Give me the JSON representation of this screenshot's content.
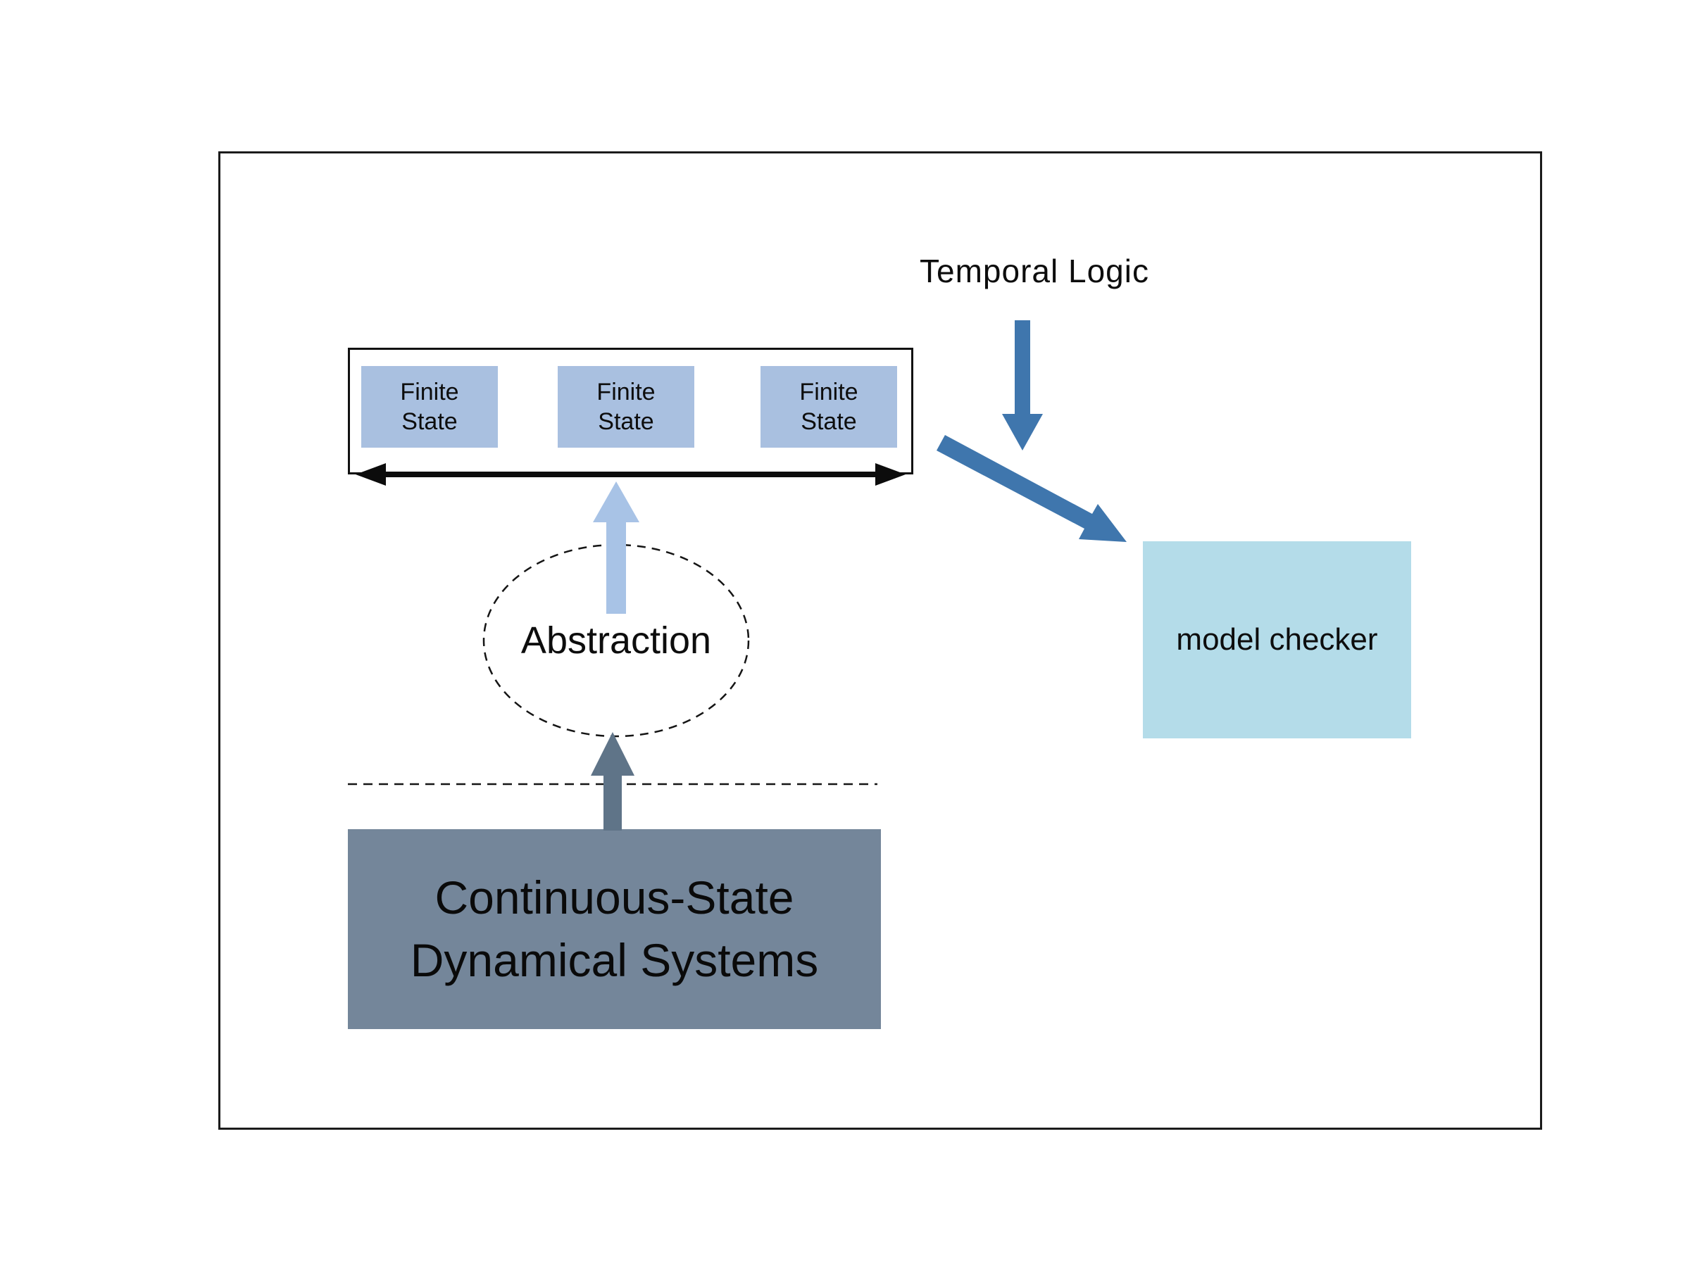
{
  "labels": {
    "temporal_logic": "Temporal Logic",
    "abstraction": "Abstraction",
    "model_checker": "model checker",
    "continuous_system": "Continuous-State\nDynamical Systems"
  },
  "finite_state_boxes": [
    {
      "label": "Finite\nState"
    },
    {
      "label": "Finite\nState"
    },
    {
      "label": "Finite\nState"
    }
  ],
  "arrows": [
    {
      "name": "temporal-logic-down-arrow",
      "direction": "down"
    },
    {
      "name": "to-model-checker-arrow",
      "direction": "down-right"
    },
    {
      "name": "abstraction-to-finite-state-arrow",
      "direction": "up"
    },
    {
      "name": "continuous-to-abstraction-arrow",
      "direction": "up"
    },
    {
      "name": "finite-state-span-arrow",
      "direction": "double-horizontal"
    }
  ],
  "colors": {
    "finite_state_fill": "#a9c0e0",
    "model_checker_fill": "#b4dce9",
    "arrow_blue": "#3f76ad",
    "arrow_pale": "#a8c3e6",
    "arrow_gray": "#5f7488",
    "continuous_box_fill": "#74869a"
  }
}
